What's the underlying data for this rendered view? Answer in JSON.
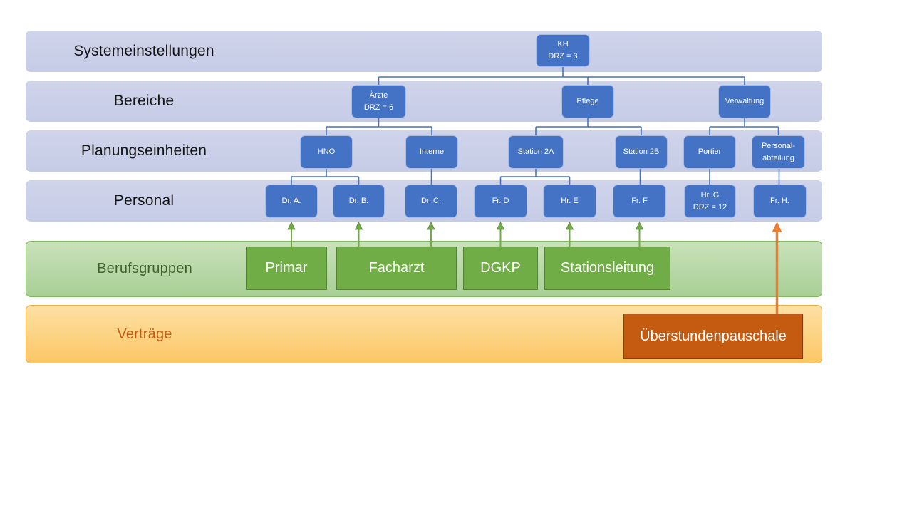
{
  "layers": {
    "systemeinstellungen": {
      "label": "Systemeinstellungen"
    },
    "bereiche": {
      "label": "Bereiche"
    },
    "planungseinheiten": {
      "label": "Planungseinheiten"
    },
    "personal": {
      "label": "Personal"
    },
    "berufsgruppen": {
      "label": "Berufsgruppen"
    },
    "vertraege": {
      "label": "Verträge"
    }
  },
  "tree": {
    "root": {
      "line1": "KH",
      "line2": "DRZ = 3"
    },
    "bereiche": [
      {
        "line1": "Ärzte",
        "line2": "DRZ = 6"
      },
      {
        "line1": "Pflege"
      },
      {
        "line1": "Verwaltung"
      }
    ],
    "planungseinheiten": [
      {
        "line1": "HNO"
      },
      {
        "line1": "Interne"
      },
      {
        "line1": "Station 2A"
      },
      {
        "line1": "Station 2B"
      },
      {
        "line1": "Portier"
      },
      {
        "line1": "Personal-",
        "line2": "abteilung"
      }
    ],
    "personal": [
      {
        "line1": "Dr. A."
      },
      {
        "line1": "Dr. B."
      },
      {
        "line1": "Dr. C."
      },
      {
        "line1": "Fr. D"
      },
      {
        "line1": "Hr. E"
      },
      {
        "line1": "Fr. F"
      },
      {
        "line1": "Hr. G",
        "line2": "DRZ = 12"
      },
      {
        "line1": "Fr. H."
      }
    ]
  },
  "berufsgruppen_boxes": [
    {
      "label": "Primar"
    },
    {
      "label": "Facharzt"
    },
    {
      "label": "DGKP"
    },
    {
      "label": "Stationsleitung"
    }
  ],
  "vertraege_boxes": [
    {
      "label": "Überstundenpauschale"
    }
  ],
  "edges": {
    "hierarchy": [
      [
        "KH",
        "Ärzte"
      ],
      [
        "KH",
        "Pflege"
      ],
      [
        "KH",
        "Verwaltung"
      ],
      [
        "Ärzte",
        "HNO"
      ],
      [
        "Ärzte",
        "Interne"
      ],
      [
        "Pflege",
        "Station 2A"
      ],
      [
        "Pflege",
        "Station 2B"
      ],
      [
        "Verwaltung",
        "Portier"
      ],
      [
        "Verwaltung",
        "Personal-abteilung"
      ],
      [
        "HNO",
        "Dr. A."
      ],
      [
        "HNO",
        "Dr. B."
      ],
      [
        "Interne",
        "Dr. C."
      ],
      [
        "Station 2A",
        "Fr. D"
      ],
      [
        "Station 2A",
        "Hr. E"
      ],
      [
        "Station 2B",
        "Fr. F"
      ],
      [
        "Portier",
        "Hr. G"
      ],
      [
        "Personal-abteilung",
        "Fr. H."
      ]
    ],
    "berufsgruppen_assignments": [
      [
        "Primar",
        "Dr. A."
      ],
      [
        "Facharzt",
        "Dr. B."
      ],
      [
        "Facharzt",
        "Dr. C."
      ],
      [
        "DGKP",
        "Fr. D"
      ],
      [
        "Stationsleitung",
        "Hr. E"
      ],
      [
        "Stationsleitung",
        "Fr. F"
      ]
    ],
    "vertraege_assignments": [
      [
        "Überstundenpauschale",
        "Fr. H."
      ]
    ]
  },
  "colors": {
    "node_blue": "#4472C4",
    "node_blue_border": "#A9BCE4",
    "connector_blue": "#4472C4",
    "band_blue": "#CBD0E9",
    "band_green_top": "#C9E2BA",
    "band_green_bottom": "#A8CF95",
    "box_green": "#70AD47",
    "box_green_border": "#538135",
    "band_orange_top": "#FDE0A4",
    "band_orange_bottom": "#FBC765",
    "box_orange": "#C55A11",
    "box_orange_border": "#843C0C",
    "arrow_green": "#70AD47",
    "arrow_orange": "#ED7D31",
    "label_green_text": "#42632F",
    "label_orange_text": "#C45911"
  }
}
